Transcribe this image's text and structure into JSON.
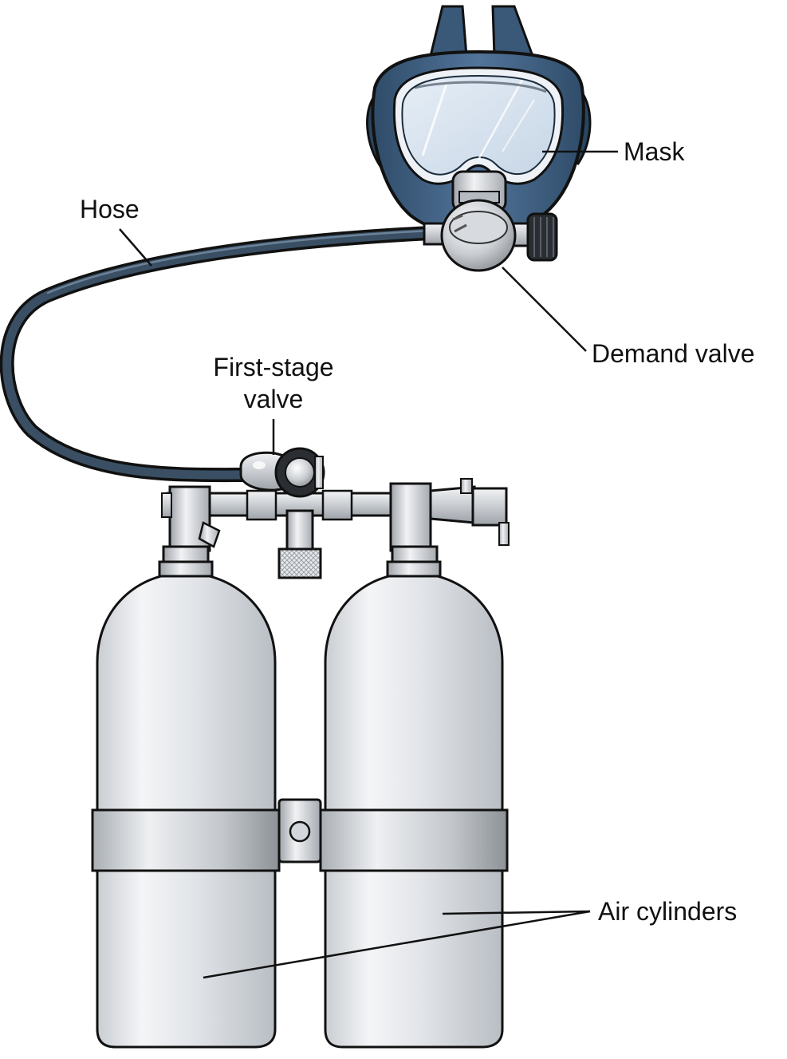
{
  "labels": {
    "mask": "Mask",
    "hose": "Hose",
    "demand_valve": "Demand valve",
    "first_stage_line1": "First-stage",
    "first_stage_line2": "valve",
    "air_cylinders": "Air cylinders"
  },
  "colors": {
    "mask_body": "#3f5f7f",
    "mask_dark": "#2a4560",
    "hose": "#3a4f63",
    "metal_light": "#eceef1",
    "metal_mid": "#c4c8cd",
    "metal_dark": "#8d9297",
    "cylinder": "#dcdfe3",
    "outline": "#1a1a1a"
  }
}
